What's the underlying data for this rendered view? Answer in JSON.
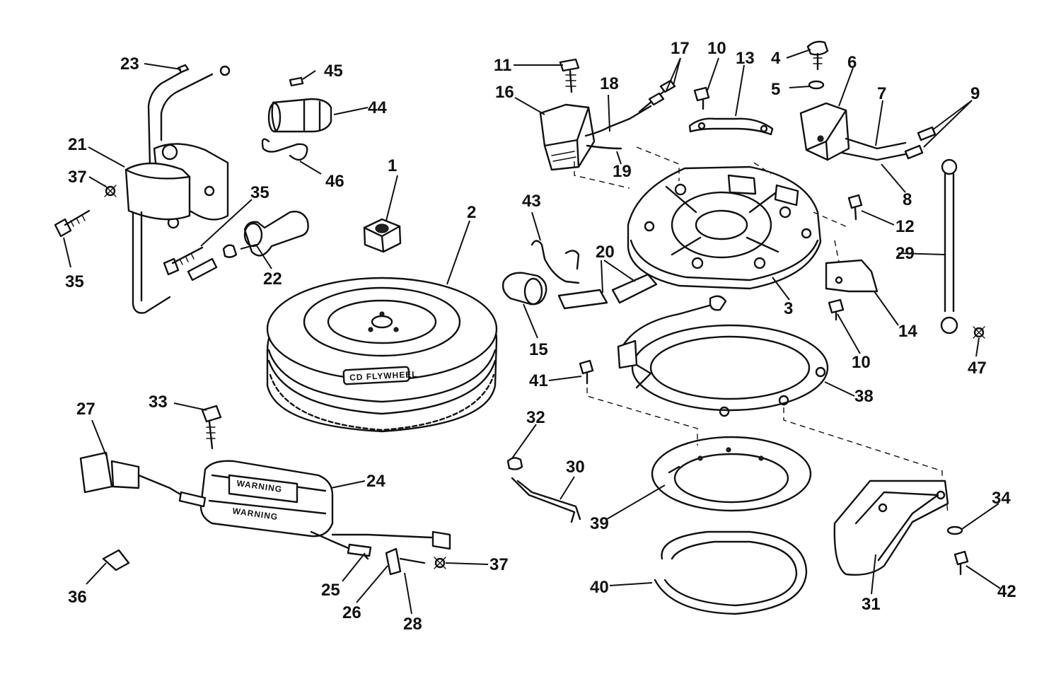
{
  "diagram": {
    "callouts": [
      {
        "id": "c1",
        "text": "1"
      },
      {
        "id": "c2",
        "text": "2"
      },
      {
        "id": "c3",
        "text": "3"
      },
      {
        "id": "c4",
        "text": "4"
      },
      {
        "id": "c5",
        "text": "5"
      },
      {
        "id": "c6",
        "text": "6"
      },
      {
        "id": "c7",
        "text": "7"
      },
      {
        "id": "c8",
        "text": "8"
      },
      {
        "id": "c9",
        "text": "9"
      },
      {
        "id": "c10a",
        "text": "10"
      },
      {
        "id": "c10b",
        "text": "10"
      },
      {
        "id": "c11",
        "text": "11"
      },
      {
        "id": "c12",
        "text": "12"
      },
      {
        "id": "c13",
        "text": "13"
      },
      {
        "id": "c14",
        "text": "14"
      },
      {
        "id": "c15",
        "text": "15"
      },
      {
        "id": "c16",
        "text": "16"
      },
      {
        "id": "c17",
        "text": "17"
      },
      {
        "id": "c18",
        "text": "18"
      },
      {
        "id": "c19",
        "text": "19"
      },
      {
        "id": "c20",
        "text": "20"
      },
      {
        "id": "c21",
        "text": "21"
      },
      {
        "id": "c22",
        "text": "22"
      },
      {
        "id": "c23",
        "text": "23"
      },
      {
        "id": "c24",
        "text": "24"
      },
      {
        "id": "c25",
        "text": "25"
      },
      {
        "id": "c26",
        "text": "26"
      },
      {
        "id": "c27",
        "text": "27"
      },
      {
        "id": "c28",
        "text": "28"
      },
      {
        "id": "c29",
        "text": "29"
      },
      {
        "id": "c30",
        "text": "30"
      },
      {
        "id": "c31",
        "text": "31"
      },
      {
        "id": "c32",
        "text": "32"
      },
      {
        "id": "c33",
        "text": "33"
      },
      {
        "id": "c34",
        "text": "34"
      },
      {
        "id": "c35a",
        "text": "35"
      },
      {
        "id": "c35b",
        "text": "35"
      },
      {
        "id": "c36",
        "text": "36"
      },
      {
        "id": "c37a",
        "text": "37"
      },
      {
        "id": "c37b",
        "text": "37"
      },
      {
        "id": "c38",
        "text": "38"
      },
      {
        "id": "c39",
        "text": "39"
      },
      {
        "id": "c40",
        "text": "40"
      },
      {
        "id": "c41",
        "text": "41"
      },
      {
        "id": "c42",
        "text": "42"
      },
      {
        "id": "c43",
        "text": "43"
      },
      {
        "id": "c44",
        "text": "44"
      },
      {
        "id": "c45",
        "text": "45"
      },
      {
        "id": "c46",
        "text": "46"
      },
      {
        "id": "c47",
        "text": "47"
      }
    ],
    "flywheel_stamp": "CD FLYWHEEL",
    "module_stamp_top": "WARNING",
    "module_stamp_side": "WARNING"
  }
}
